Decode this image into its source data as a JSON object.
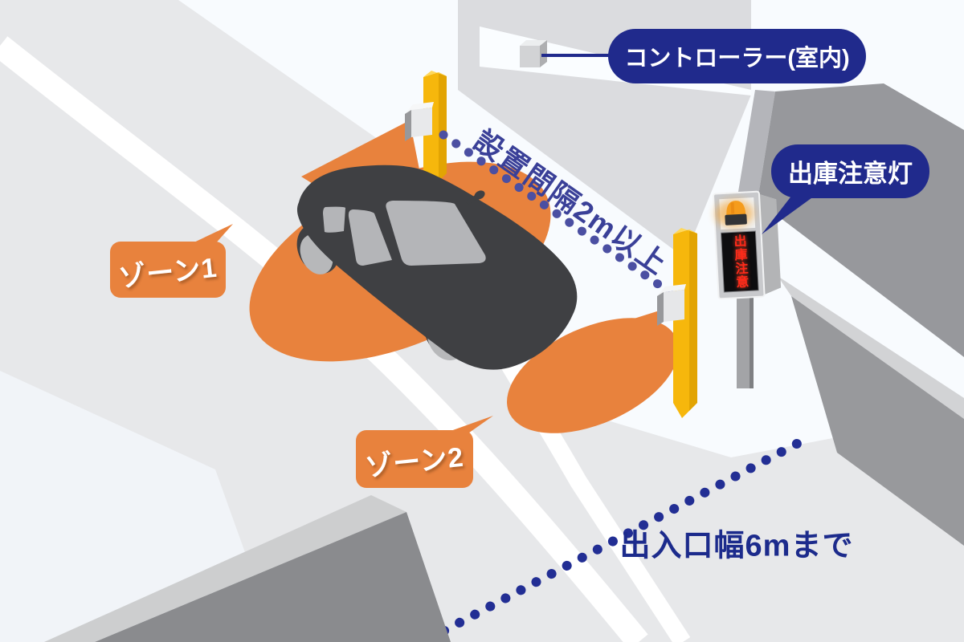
{
  "labels": {
    "controller": "コントローラー(室内)",
    "warning_light": "出庫注意灯",
    "zone1": "ゾーン1",
    "zone2": "ゾーン2",
    "spacing": "設置間隔2m以上",
    "entrance_width": "出入口幅6mまで",
    "sign": "出庫注意"
  },
  "colors": {
    "navy": "#202a8c",
    "orange": "#e8823d",
    "slate": "#4b4fa2",
    "navyText": "#1c2b8c",
    "spacingText": "#3a4098",
    "yellow": "#f6b70c",
    "carBody": "#3f4043",
    "signRed": "#ff2a1a"
  }
}
